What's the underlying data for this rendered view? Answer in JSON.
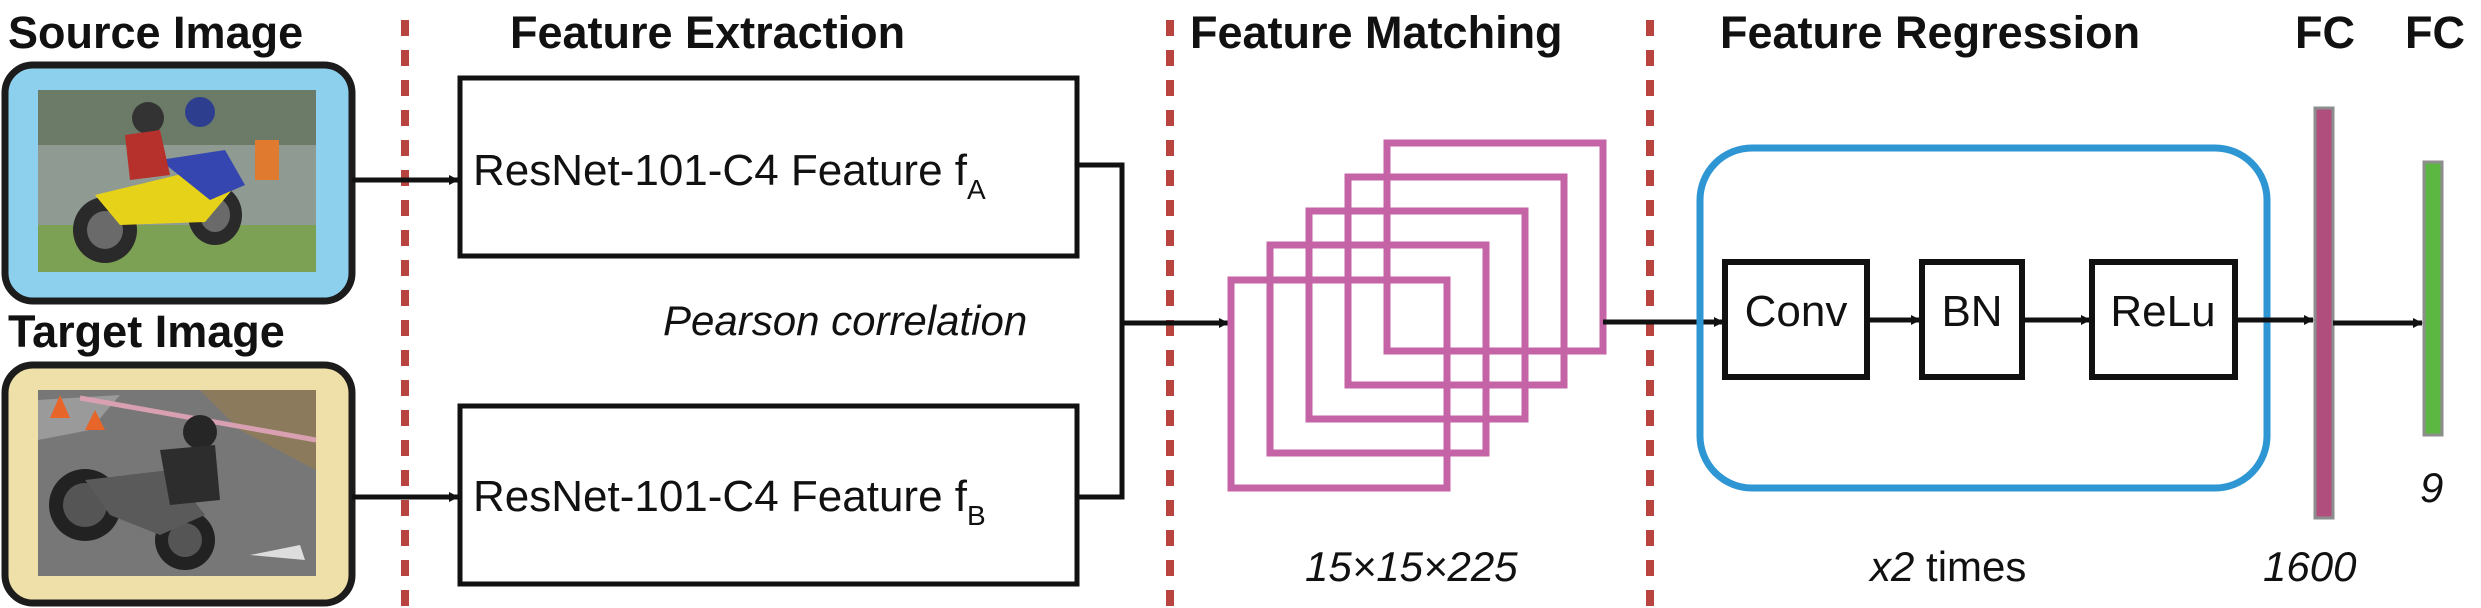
{
  "headers": {
    "source_image": "Source Image",
    "target_image": "Target Image",
    "feature_extraction": "Feature Extraction",
    "feature_matching": "Feature Matching",
    "feature_regression": "Feature Regression",
    "fc1": "FC",
    "fc2": "FC"
  },
  "blocks": {
    "feature_a": {
      "text": "ResNet-101-C4 Feature f",
      "sub": "A"
    },
    "feature_b": {
      "text": "ResNet-101-C4 Feature f",
      "sub": "B"
    },
    "correlation": "Pearson correlation",
    "conv": "Conv",
    "bn": "BN",
    "relu": "ReLu"
  },
  "labels": {
    "matching_dims": "15×15×225",
    "times_prefix": "x2",
    "times_suffix": " times",
    "fc1_size": "1600",
    "fc2_size": "9"
  },
  "colors": {
    "source_frame_bg": "#8dd0ee",
    "target_frame_bg": "#efdfa8",
    "divider": "#b8443f",
    "matching_squares": "#c463a6",
    "regression_frame": "#2f96d4",
    "fc1_bar": "#b04f7e",
    "fc2_bar": "#5cb642",
    "frame_border": "#1c1c1c"
  }
}
